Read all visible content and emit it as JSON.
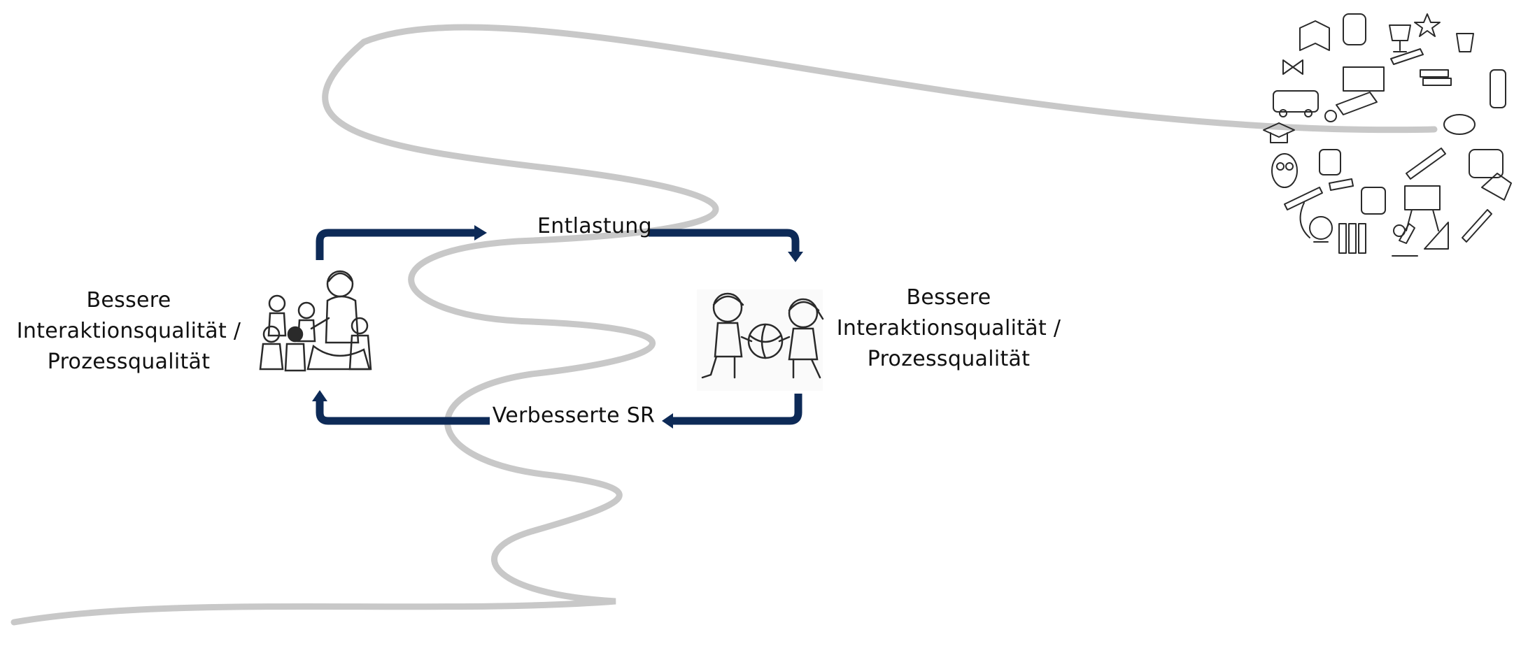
{
  "labels": {
    "left": "Bessere\nInteraktionsqualität /\nProzessqualität",
    "right": "Bessere\nInteraktionsqualität /\nProzessqualität",
    "top": "Entlastung",
    "bottom": "Verbesserte SR"
  },
  "colors": {
    "arrow": "#0d2a57",
    "spiral": "#c8c8c8",
    "ink": "#2a2a2a"
  },
  "icons": {
    "left_illustration": "teacher-with-children-icon",
    "right_illustration": "children-sharing-ball-icon",
    "school_doodle_circle": "school-supplies-doodle-circle-icon"
  }
}
